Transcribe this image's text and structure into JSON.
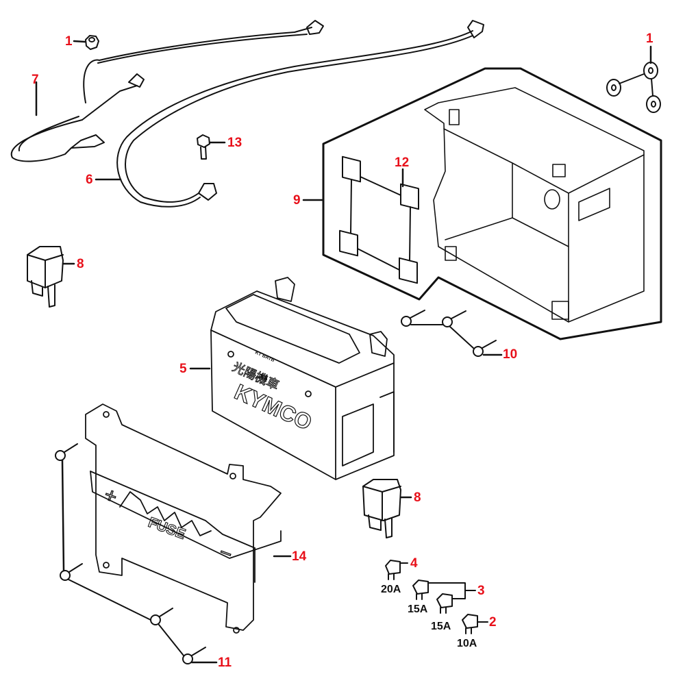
{
  "diagram": {
    "title": "Battery / Fuse exploded parts diagram",
    "callouts": [
      {
        "id": "1",
        "part": "nut (single)"
      },
      {
        "id": "1",
        "part": "grommets (three)"
      },
      {
        "id": "2",
        "part": "fuse 10A"
      },
      {
        "id": "3",
        "part": "fuses 15A (two)"
      },
      {
        "id": "4",
        "part": "fuse 20A"
      },
      {
        "id": "5",
        "part": "battery"
      },
      {
        "id": "6",
        "part": "battery cable"
      },
      {
        "id": "7",
        "part": "battery cable"
      },
      {
        "id": "8",
        "part": "relay (left)"
      },
      {
        "id": "8",
        "part": "relay (lower)"
      },
      {
        "id": "9",
        "part": "battery box"
      },
      {
        "id": "10",
        "part": "bolts"
      },
      {
        "id": "11",
        "part": "bolts"
      },
      {
        "id": "12",
        "part": "rubber pads"
      },
      {
        "id": "13",
        "part": "bolt"
      },
      {
        "id": "14",
        "part": "fuse bracket"
      }
    ],
    "fuse_ratings": {
      "f4": "20A",
      "f3a": "15A",
      "f3b": "15A",
      "f2": "10A"
    },
    "battery_text": {
      "brand": "KYMCO",
      "model": "KT BATB",
      "cn": "光陽機車"
    },
    "bracket_text": {
      "fuse": "FUSE",
      "plus": "+",
      "minus": "−"
    },
    "colors": {
      "callout": "#e8101a",
      "line": "#111111"
    }
  }
}
